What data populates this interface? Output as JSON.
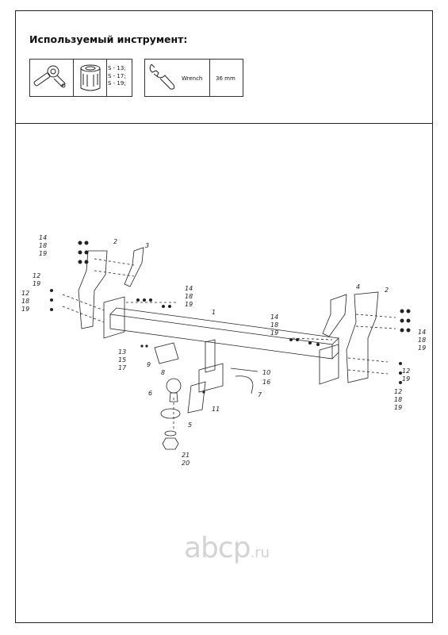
{
  "header": {
    "title": "Используемый инструмент:"
  },
  "tools": {
    "socket_sizes": [
      "S - 13;",
      "S - 17;",
      "S - 19;"
    ],
    "wrench_label": "Wrench",
    "wrench_size": "36 mm"
  },
  "diagram": {
    "labels": {
      "l14a": "14",
      "l18a": "18",
      "l19a": "19",
      "l2a": "2",
      "l3a": "3",
      "l12a": "12",
      "l19b": "19",
      "l12b": "12",
      "l18b": "18",
      "l19c": "19",
      "l14b": "14",
      "l18c": "18",
      "l19d": "19",
      "l1": "1",
      "l4": "4",
      "l2b": "2",
      "l14c": "14",
      "l18d": "18",
      "l19e": "19",
      "l14d": "14",
      "l18e": "18",
      "l19f": "19",
      "l13": "13",
      "l15": "15",
      "l17": "17",
      "l9": "9",
      "l8": "8",
      "l10": "10",
      "l16": "16",
      "l7": "7",
      "l12c": "12",
      "l19g": "19",
      "l12d": "12",
      "l18f": "18",
      "l19h": "19",
      "l6": "6",
      "l11": "11",
      "l5": "5",
      "l21": "21",
      "l20": "20"
    }
  },
  "watermark": {
    "main": "abcp",
    "suffix": ".ru"
  }
}
